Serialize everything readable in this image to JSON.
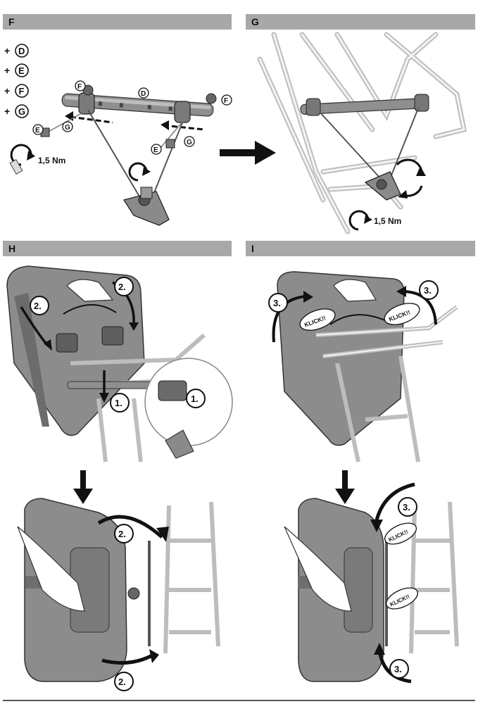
{
  "headers": {
    "f": "F",
    "g": "G",
    "h": "H",
    "i": "I"
  },
  "panel_f": {
    "parts": [
      {
        "plus": "+",
        "letter": "D"
      },
      {
        "plus": "+",
        "letter": "E"
      },
      {
        "plus": "+",
        "letter": "F"
      },
      {
        "plus": "+",
        "letter": "G"
      }
    ],
    "callouts": {
      "f_left": "F",
      "d": "D",
      "f_right": "F",
      "e_left": "E",
      "g_left": "G",
      "e_right": "E",
      "g_right": "G"
    },
    "torque": "1,5 Nm"
  },
  "panel_g": {
    "torque": "1,5 Nm"
  },
  "panel_h": {
    "step_1a": "1.",
    "step_1b": "1.",
    "step_2_top_left": "2.",
    "step_2_top_right": "2.",
    "step_2_bottom_top": "2.",
    "step_2_bottom_low": "2."
  },
  "panel_i": {
    "step_3_top_left": "3.",
    "step_3_top_right": "3.",
    "click_left": "KLICK!!",
    "click_right": "KLICK!!",
    "step_3_bottom_top": "3.",
    "step_3_bottom_low": "3.",
    "click_bottom_upper": "KLICK!!",
    "click_bottom_lower": "KLICK!!"
  },
  "colors": {
    "header_bg": "#a8a8a8",
    "bag": "#8c8c8c",
    "bag_dark": "#5e5e5e",
    "rack": "#d6d6d6",
    "ink": "#111111"
  }
}
